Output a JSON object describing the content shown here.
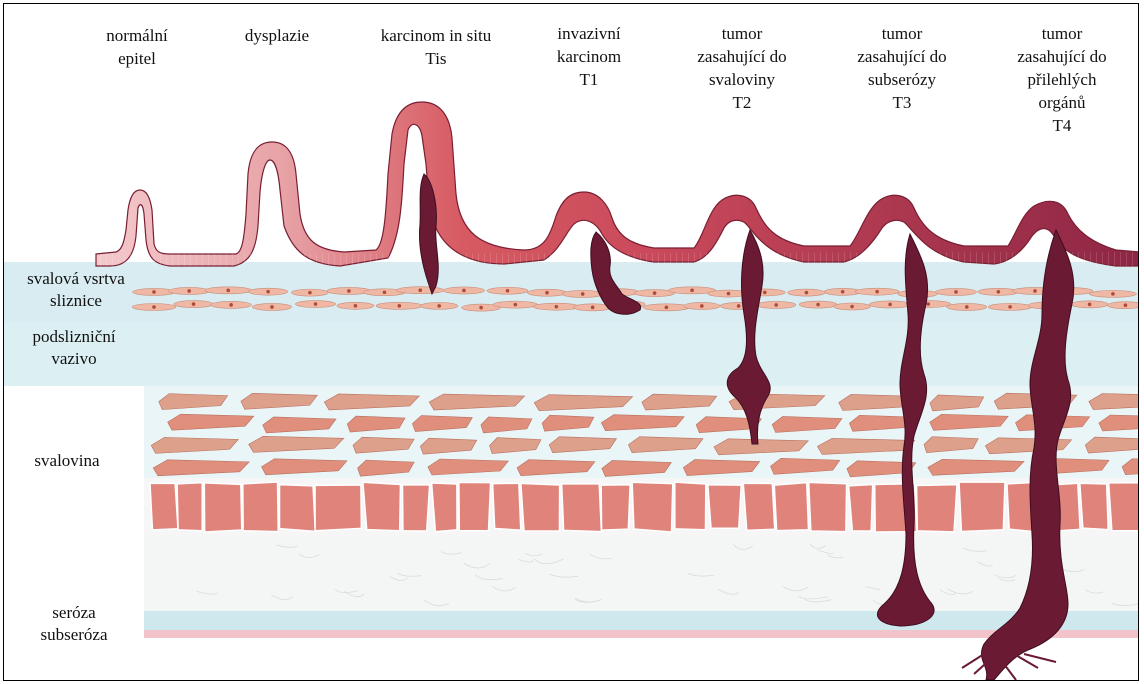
{
  "stages": [
    {
      "lines": [
        "normální",
        "epitel"
      ]
    },
    {
      "lines": [
        "dysplazie"
      ]
    },
    {
      "lines": [
        "karcinom in situ",
        "Tis"
      ]
    },
    {
      "lines": [
        "invazivní",
        "karcinom",
        "T1"
      ]
    },
    {
      "lines": [
        "tumor",
        "zasahující do",
        "svaloviny",
        "T2"
      ]
    },
    {
      "lines": [
        "tumor",
        "zasahující do",
        "subserózy",
        "T3"
      ]
    },
    {
      "lines": [
        "tumor",
        "zasahující do",
        "přilehlých",
        "orgánů",
        "T4"
      ]
    }
  ],
  "layers": [
    {
      "lines": [
        "svalová vsrtva",
        "sliznice"
      ]
    },
    {
      "lines": [
        "podslizniční",
        "vazivo"
      ]
    },
    {
      "lines": [
        "svalovina"
      ]
    },
    {
      "lines": [
        "seróza",
        "subseróza"
      ]
    }
  ],
  "colors": {
    "lumen_bg": "#ffffff",
    "muscularis_mucosae": "#d8ecf1",
    "submucosa": "#dcf0f4",
    "muscle_cells": "#dd9a86",
    "muscle_dark": "#e0837b",
    "serosa": "#cfe8ee",
    "subserosa": "#f2c3c8",
    "normal_epithelium": "#f4c9cc",
    "dysplasia": "#c84a5a",
    "tumor": "#6b1a34"
  }
}
